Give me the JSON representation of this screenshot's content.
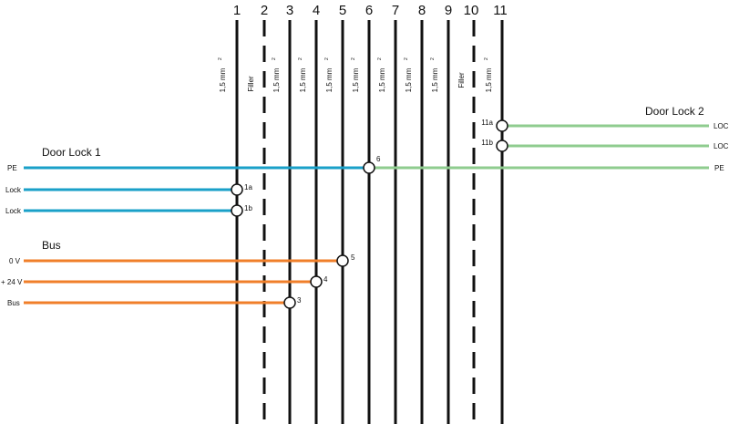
{
  "columns": [
    {
      "num": "1",
      "label": "1,5 mm",
      "sup": "2"
    },
    {
      "num": "2",
      "label": "Filler",
      "sup": ""
    },
    {
      "num": "3",
      "label": "1,5 mm",
      "sup": "2"
    },
    {
      "num": "4",
      "label": "1,5 mm",
      "sup": "2"
    },
    {
      "num": "5",
      "label": "1,5 mm",
      "sup": "2"
    },
    {
      "num": "6",
      "label": "1,5 mm",
      "sup": "2"
    },
    {
      "num": "7",
      "label": "1,5 mm",
      "sup": "2"
    },
    {
      "num": "8",
      "label": "1,5 mm",
      "sup": "2"
    },
    {
      "num": "9",
      "label": "1,5 mm",
      "sup": "2"
    },
    {
      "num": "10",
      "label": "Filler",
      "sup": ""
    },
    {
      "num": "11",
      "label": "1,5 mm",
      "sup": "2"
    }
  ],
  "groups": {
    "door_lock_1": "Door Lock 1",
    "door_lock_2": "Door Lock 2",
    "bus": "Bus"
  },
  "wires": {
    "pe_left": "PE",
    "lock_1a": "Lock",
    "lock_1b": "Lock",
    "v0": "0 V",
    "v24": "+ 24 V",
    "bus": "Bus",
    "lock_11a": "LOCK",
    "lock_11b": "LOCK",
    "pe_right": "PE"
  },
  "terminals": {
    "t1a": "1a",
    "t1b": "1b",
    "t3": "3",
    "t4": "4",
    "t5": "5",
    "t6": "6",
    "t11a": "11a",
    "t11b": "11b"
  },
  "colors": {
    "blue": "#1aa0c8",
    "green": "#8fcc8f",
    "orange": "#f07f2a",
    "black": "#111111"
  }
}
